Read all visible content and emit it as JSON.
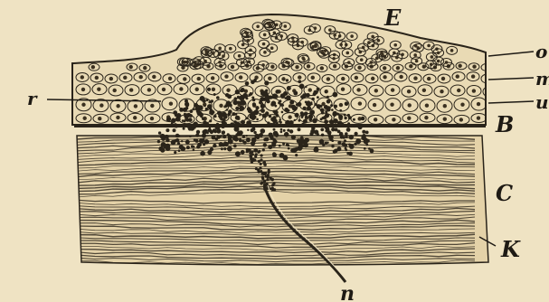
{
  "figure": {
    "labels": {
      "E": "E",
      "o": "o",
      "m": "m",
      "u": "u",
      "r": "r",
      "B": "B",
      "C": "C",
      "K": "K",
      "n": "n"
    },
    "colors": {
      "paper": "#efe3c3",
      "ink": "#1e1a14"
    }
  }
}
